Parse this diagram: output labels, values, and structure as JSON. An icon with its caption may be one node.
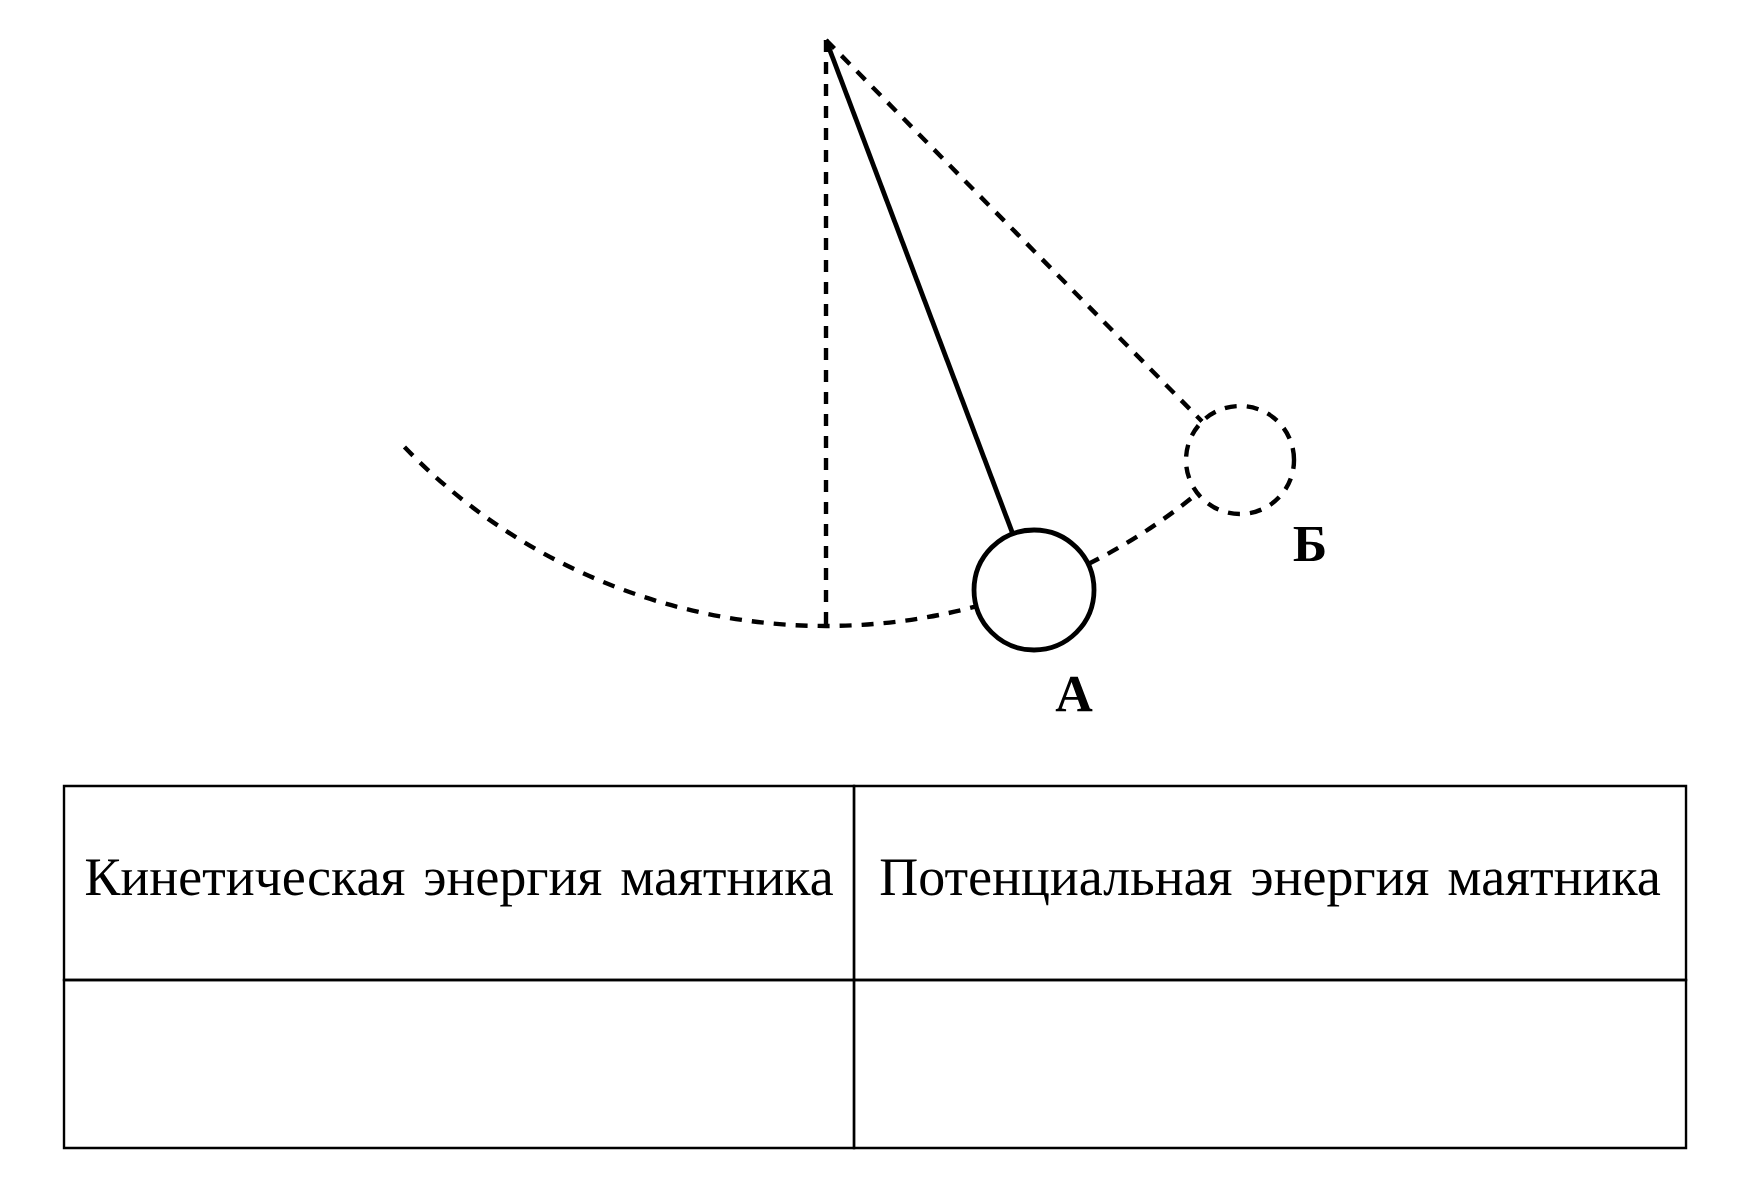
{
  "diagram": {
    "nodes": [
      {
        "text": [],
        "shape": "circle",
        "beside": [
          "А"
        ]
      },
      {
        "text": [],
        "shape": "circle",
        "beside": [
          "Б"
        ]
      }
    ],
    "labels": [
      "Кинетическая энергия маятника",
      "Потенциальная энергия маятника"
    ]
  }
}
